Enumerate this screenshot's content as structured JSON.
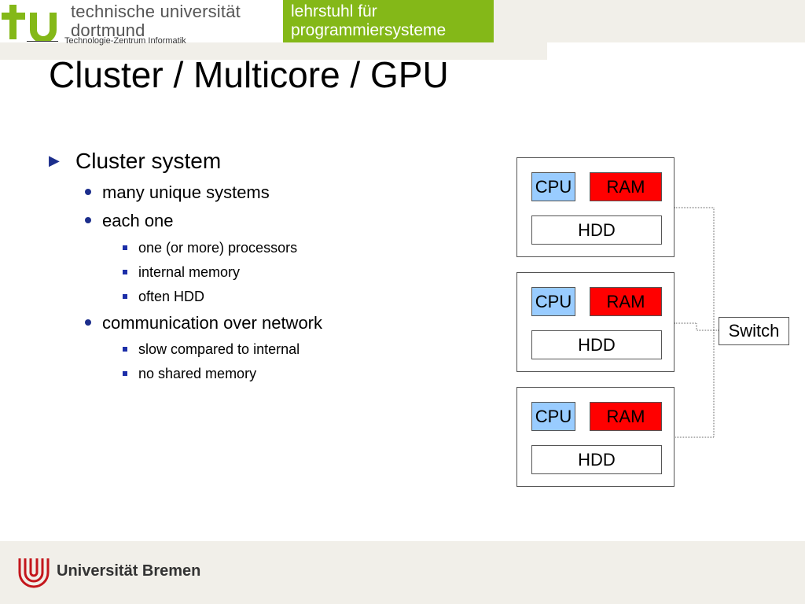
{
  "header": {
    "university_name_line1": "technische universität",
    "university_name_line2": "dortmund",
    "chair_line1": "lehrstuhl für",
    "chair_line2": "programmiersysteme",
    "subtitle": "Technologie-Zentrum Informatik",
    "brand_green": "#84b818",
    "banner_color": "#f1efe9"
  },
  "slide": {
    "title": "Cluster / Multicore / GPU"
  },
  "bullets": {
    "cluster_system": "Cluster system",
    "many_unique": "many unique systems",
    "each_one": "each one",
    "processors": "one (or more) processors",
    "internal_memory": "internal memory",
    "often_hdd": "often HDD",
    "communication": "communication over network",
    "slow_compared": "slow compared to internal",
    "no_shared": "no shared memory"
  },
  "diagram": {
    "nodes": [
      {
        "cpu": "CPU",
        "ram": "RAM",
        "hdd": "HDD"
      },
      {
        "cpu": "CPU",
        "ram": "RAM",
        "hdd": "HDD"
      },
      {
        "cpu": "CPU",
        "ram": "RAM",
        "hdd": "HDD"
      }
    ],
    "switch_label": "Switch",
    "cpu_color": "#99ccff",
    "ram_color": "#ff0000"
  },
  "footer": {
    "university": "Universität Bremen",
    "logo_color": "#c4161c"
  }
}
